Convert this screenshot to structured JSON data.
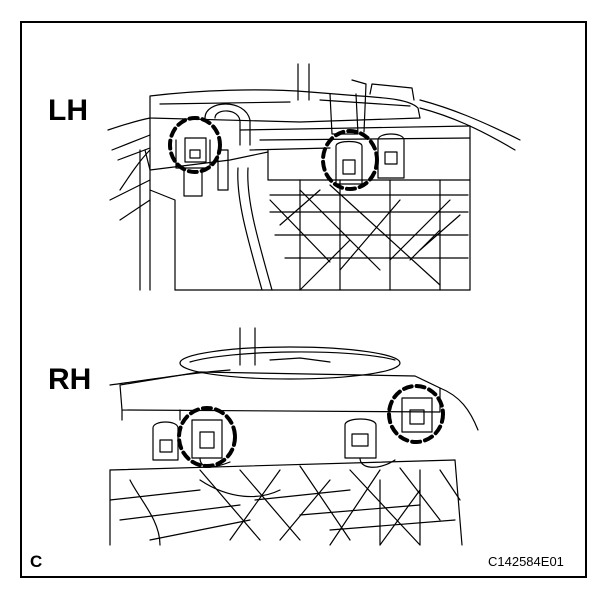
{
  "labels": {
    "top_view": "LH",
    "bottom_view": "RH",
    "corner": "C",
    "figure_code": "C142584E01"
  },
  "colors": {
    "line": "#000000",
    "background": "#ffffff"
  },
  "highlights": {
    "lh_count": 2,
    "rh_count": 2
  }
}
